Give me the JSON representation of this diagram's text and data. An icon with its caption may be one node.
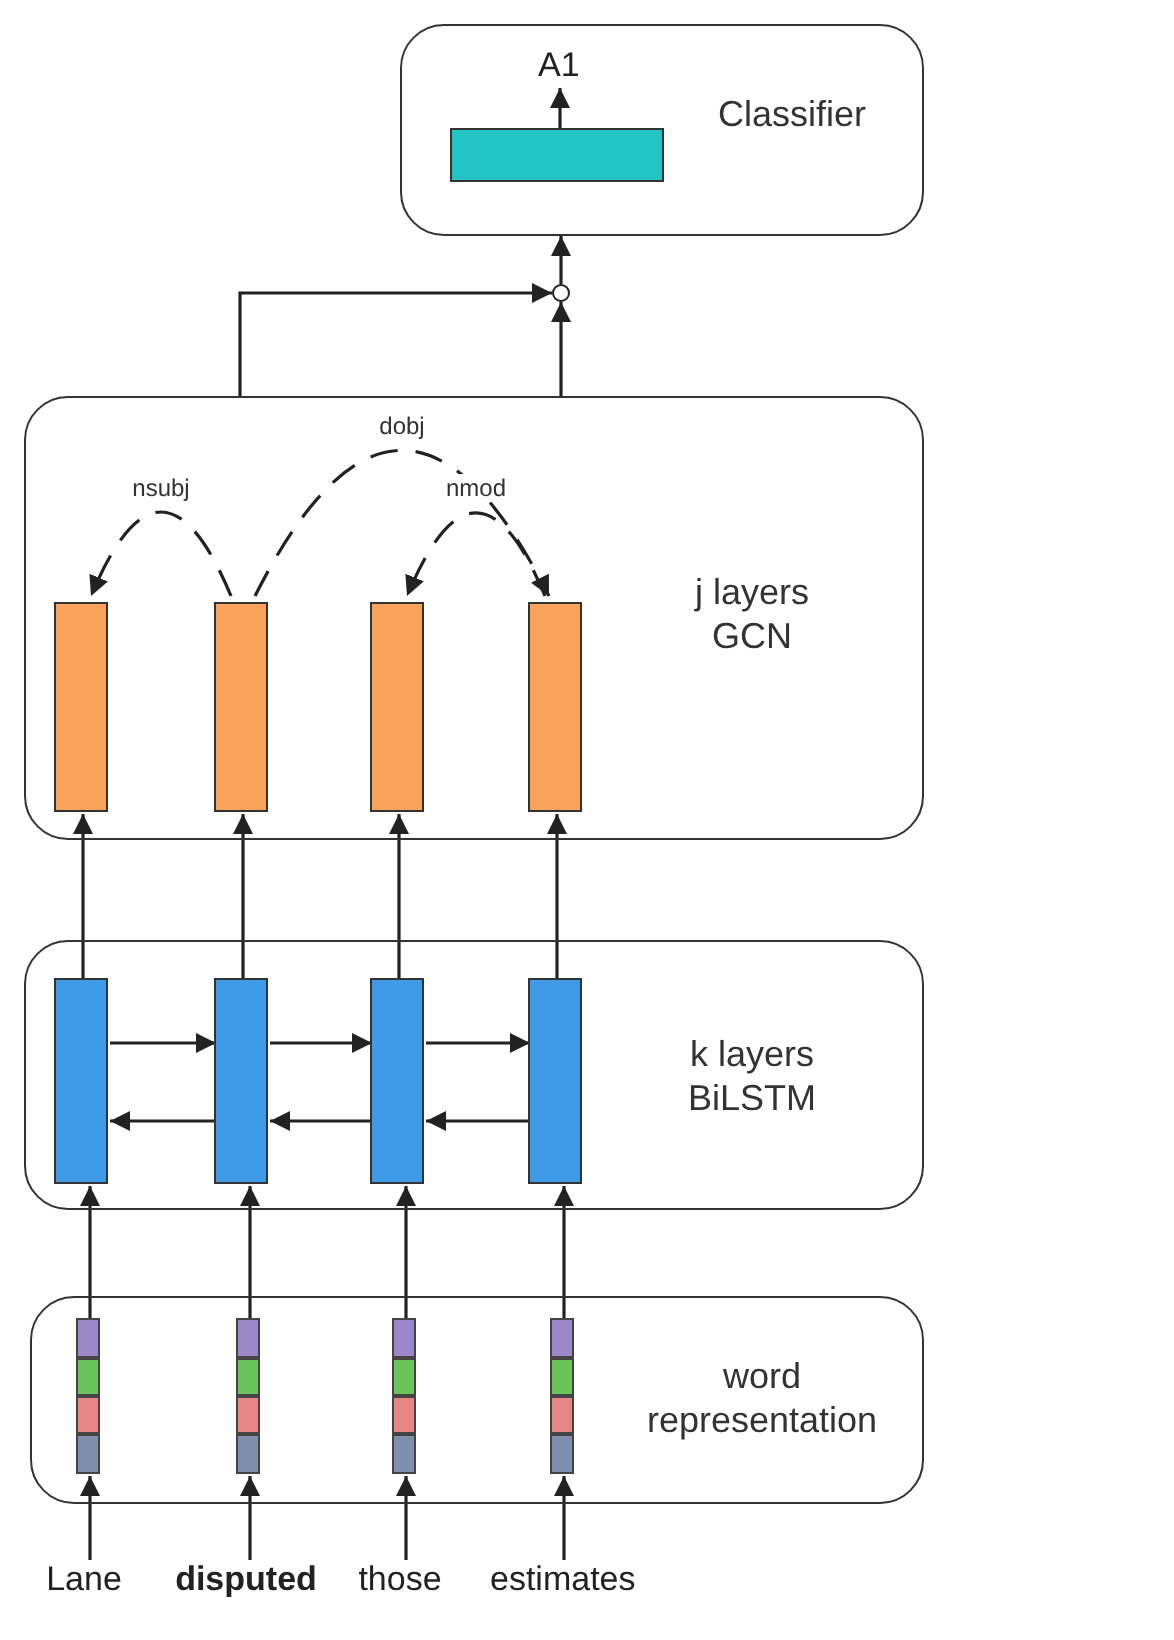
{
  "diagram": {
    "nodes": [
      {
        "text": [
          "Classifier"
        ]
      },
      {
        "text": [],
        "shape": "bar",
        "in": 0
      },
      {
        "text": [
          "A1"
        ],
        "in": 0
      },
      {
        "text": [],
        "shape": "circle"
      },
      {
        "text": [
          "j layers GCN"
        ]
      },
      {
        "text": [],
        "shape": "bar",
        "in": 4
      },
      {
        "text": [],
        "shape": "bar",
        "in": 4
      },
      {
        "text": [],
        "shape": "bar",
        "in": 4
      },
      {
        "text": [],
        "shape": "bar",
        "in": 4
      },
      {
        "text": [
          "k layers BiLSTM"
        ]
      },
      {
        "text": [],
        "shape": "bar",
        "in": 9
      },
      {
        "text": [],
        "shape": "bar",
        "in": 9
      },
      {
        "text": [],
        "shape": "bar",
        "in": 9
      },
      {
        "text": [],
        "shape": "bar",
        "in": 9
      },
      {
        "text": [
          "word representation"
        ]
      },
      {
        "text": [],
        "shape": "bar",
        "in": 14
      },
      {
        "text": [],
        "shape": "bar",
        "in": 14
      },
      {
        "text": [],
        "shape": "bar",
        "in": 14
      },
      {
        "text": [],
        "shape": "bar",
        "in": 14
      },
      {
        "text": [
          "Lane"
        ]
      },
      {
        "text": [
          "disputed"
        ]
      },
      {
        "text": [
          "those"
        ]
      },
      {
        "text": [
          "estimates"
        ]
      }
    ],
    "edges": [
      {
        "from": 19,
        "to": 15,
        "arrow": "to"
      },
      {
        "from": 20,
        "to": 16,
        "arrow": "to"
      },
      {
        "from": 21,
        "to": 17,
        "arrow": "to"
      },
      {
        "from": 22,
        "to": 18,
        "arrow": "to"
      },
      {
        "from": 15,
        "to": 10,
        "arrow": "to"
      },
      {
        "from": 16,
        "to": 11,
        "arrow": "to"
      },
      {
        "from": 17,
        "to": 12,
        "arrow": "to"
      },
      {
        "from": 18,
        "to": 13,
        "arrow": "to"
      },
      {
        "from": 10,
        "to": 11,
        "arrow": "to"
      },
      {
        "from": 11,
        "to": 12,
        "arrow": "to"
      },
      {
        "from": 12,
        "to": 13,
        "arrow": "to"
      },
      {
        "from": 13,
        "to": 12,
        "arrow": "to"
      },
      {
        "from": 12,
        "to": 11,
        "arrow": "to"
      },
      {
        "from": 11,
        "to": 10,
        "arrow": "to"
      },
      {
        "from": 10,
        "to": 5,
        "arrow": "to"
      },
      {
        "from": 11,
        "to": 6,
        "arrow": "to"
      },
      {
        "from": 12,
        "to": 7,
        "arrow": "to"
      },
      {
        "from": 13,
        "to": 8,
        "arrow": "to"
      },
      {
        "from": 6,
        "to": 5,
        "arrow": "to",
        "label": "nsubj",
        "style": "dashed"
      },
      {
        "from": 6,
        "to": 8,
        "arrow": "to",
        "label": "dobj",
        "style": "dashed"
      },
      {
        "from": 8,
        "to": 7,
        "arrow": "to",
        "label": "nmod",
        "style": "dashed"
      },
      {
        "from": 4,
        "to": 3,
        "arrow": "to"
      },
      {
        "from": 4,
        "to": 3,
        "arrow": "to"
      },
      {
        "from": 3,
        "to": 0,
        "arrow": "to"
      },
      {
        "from": 1,
        "to": 2,
        "arrow": "to"
      }
    ]
  }
}
